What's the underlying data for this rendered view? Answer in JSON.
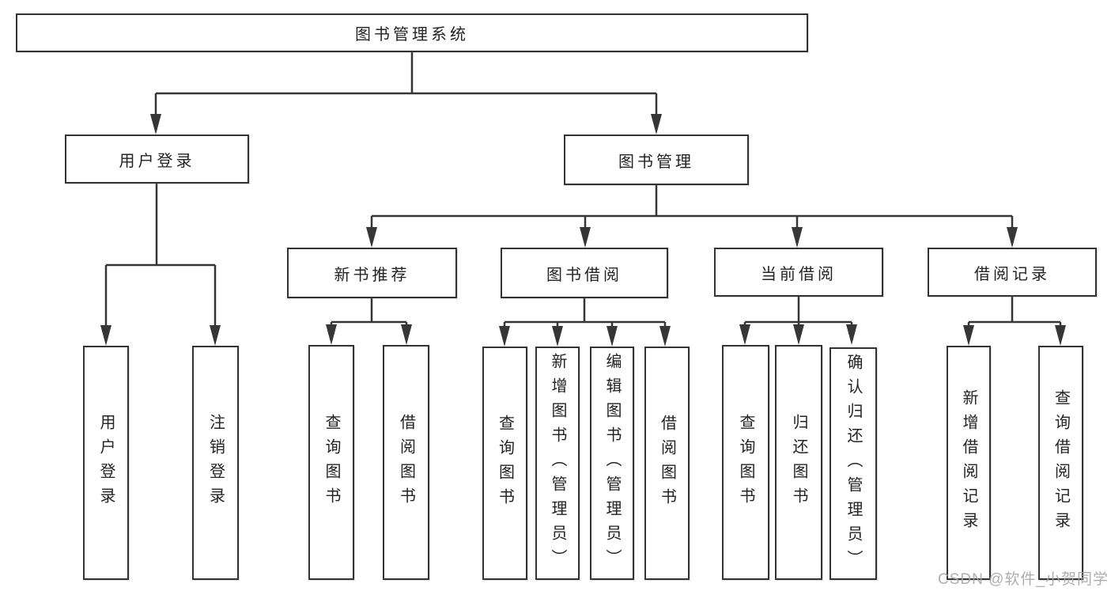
{
  "diagram": {
    "root": {
      "label": "图书管理系统"
    },
    "level2": [
      {
        "label": "用户登录"
      },
      {
        "label": "图书管理"
      }
    ],
    "level3": [
      {
        "label": "新书推荐",
        "parent": "图书管理"
      },
      {
        "label": "图书借阅",
        "parent": "图书管理"
      },
      {
        "label": "当前借阅",
        "parent": "图书管理"
      },
      {
        "label": "借阅记录",
        "parent": "图书管理"
      }
    ],
    "leaves": [
      {
        "label": "用户登录",
        "parent": "用户登录"
      },
      {
        "label": "注销登录",
        "parent": "用户登录"
      },
      {
        "label": "查询图书",
        "parent": "新书推荐"
      },
      {
        "label": "借阅图书",
        "parent": "新书推荐"
      },
      {
        "label": "查询图书",
        "parent": "图书借阅"
      },
      {
        "label": "新增图书（管理员）",
        "parent": "图书借阅"
      },
      {
        "label": "编辑图书（管理员）",
        "parent": "图书借阅"
      },
      {
        "label": "借阅图书",
        "parent": "图书借阅"
      },
      {
        "label": "查询图书",
        "parent": "当前借阅"
      },
      {
        "label": "归还图书",
        "parent": "当前借阅"
      },
      {
        "label": "确认归还（管理员）",
        "parent": "当前借阅"
      },
      {
        "label": "新增借阅记录",
        "parent": "借阅记录"
      },
      {
        "label": "查询借阅记录",
        "parent": "借阅记录"
      }
    ],
    "colors": {
      "line": "#363636",
      "box_border": "#333333",
      "text": "#232323",
      "background": "#ffffff",
      "watermark": "#a5a5a5"
    }
  },
  "watermark": {
    "text": "CSDN @软件_小贺同学"
  }
}
